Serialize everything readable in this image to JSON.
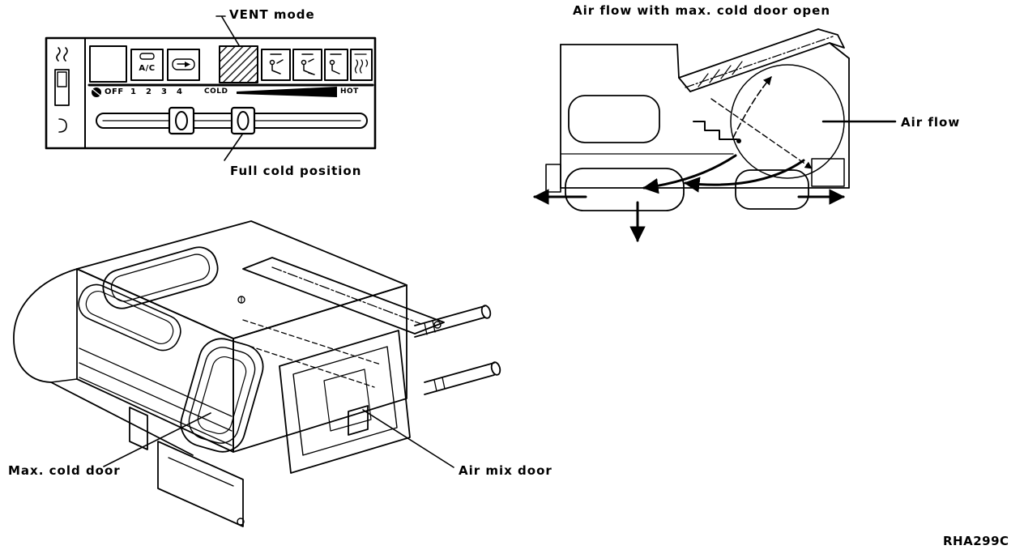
{
  "figure": {
    "ref_code": "RHA299C",
    "ink_color": "#000000",
    "background_color": "#ffffff"
  },
  "control_panel": {
    "callouts": {
      "vent_mode": "VENT mode",
      "full_cold_position": "Full cold position"
    },
    "buttons": {
      "ac": "A/C"
    },
    "fan_scale": {
      "off": "OFF",
      "speeds": [
        "1",
        "2",
        "3",
        "4"
      ]
    },
    "temp_scale": {
      "cold": "COLD",
      "hot": "HOT"
    },
    "icons": {
      "rear_defrost_icon": "wavy-lines",
      "fan_switch": "rocker-switch",
      "lighter_icon": "hook-curl",
      "ac_indicator_icon": "lamp-bar",
      "recirculation_icon": "car-loop-arrow",
      "vent_mode_icon": "hatched-square",
      "face_vent_icon": "seated-person-face",
      "bilevel_icon": "seated-person-bilevel",
      "foot_icon": "seated-person-foot",
      "defrost_icon": "windshield-wavy-lines",
      "fan_icon": "fan-blade-dot"
    }
  },
  "airflow_diagram": {
    "title": "Air flow with max. cold door open",
    "labels": {
      "air_flow": "Air flow"
    }
  },
  "unit_diagram": {
    "labels": {
      "max_cold_door": "Max. cold door",
      "air_mix_door": "Air mix door"
    }
  }
}
